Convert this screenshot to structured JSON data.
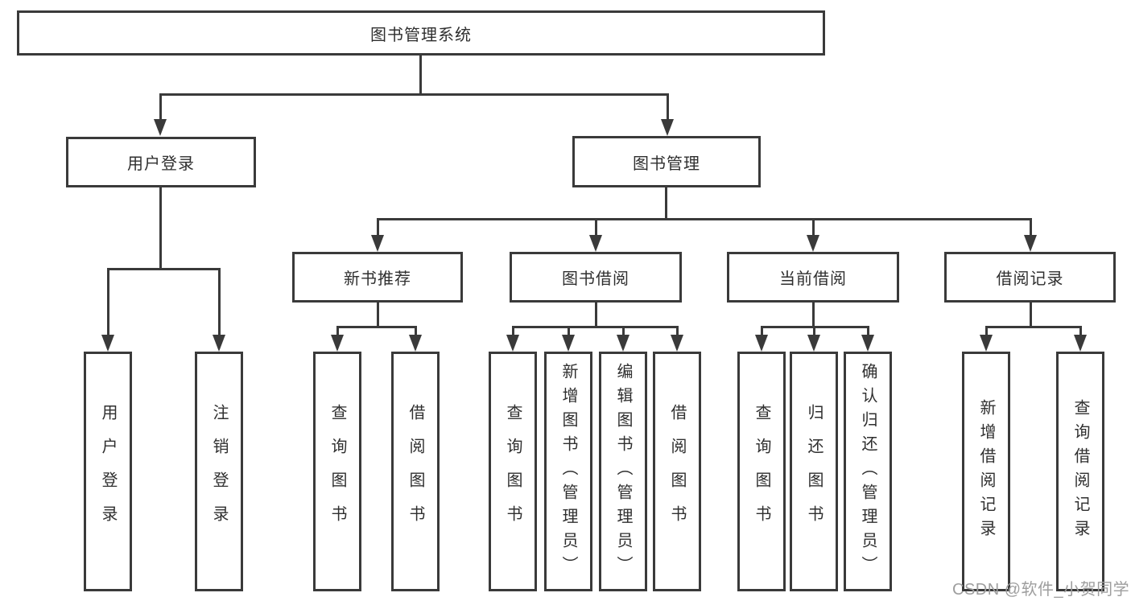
{
  "diagram": {
    "root": {
      "label": "图书管理系统"
    },
    "branches": {
      "user_login": {
        "label": "用户登录",
        "children": [
          "用户登录",
          "注销登录"
        ]
      },
      "book_management": {
        "label": "图书管理",
        "children": {
          "new_book_recommend": {
            "label": "新书推荐",
            "children": [
              "查询图书",
              "借阅图书"
            ]
          },
          "book_borrow": {
            "label": "图书借阅",
            "children": [
              "查询图书",
              "新增图书（管理员）",
              "编辑图书（管理员）",
              "借阅图书"
            ]
          },
          "current_borrow": {
            "label": "当前借阅",
            "children": [
              "查询图书",
              "归还图书",
              "确认归还（管理员）"
            ]
          },
          "borrow_records": {
            "label": "借阅记录",
            "children": [
              "新增借阅记录",
              "查询借阅记录"
            ]
          }
        }
      }
    },
    "watermark": "CSDN @软件_小贺同学",
    "colors": {
      "line": "#3a3a3a",
      "text": "#2f2f2f",
      "box_background": "#ffffff",
      "page_background": "#ffffff",
      "watermark": "#9e9e9e"
    }
  }
}
